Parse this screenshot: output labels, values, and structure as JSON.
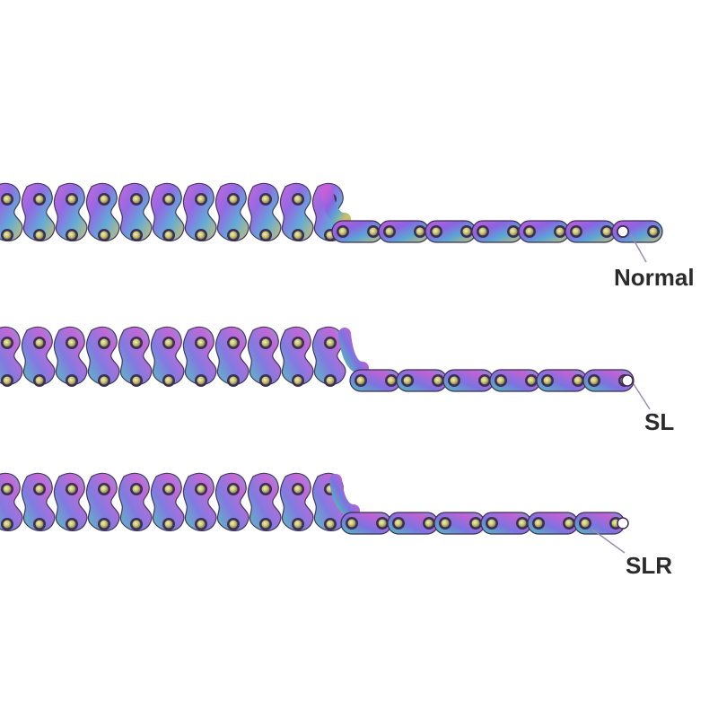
{
  "image": {
    "background": "#ffffff",
    "chain_gradient": [
      "#b45bd6",
      "#8a5fe0",
      "#5aa8d8",
      "#4fc7b8",
      "#c9c26a"
    ],
    "leader_color": "#9a8fb0"
  },
  "chains": [
    {
      "id": "normal",
      "label": "Normal"
    },
    {
      "id": "sl",
      "label": "SL"
    },
    {
      "id": "slr",
      "label": "SLR"
    }
  ]
}
